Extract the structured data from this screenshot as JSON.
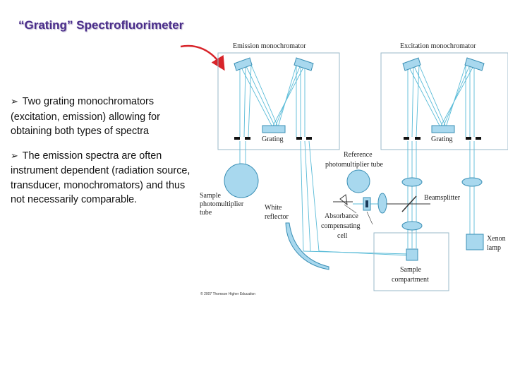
{
  "title": "“Grating” Spectrofluorimeter",
  "bullets": [
    {
      "marker": "➢",
      "text": "Two grating monochromators (excitation, emission) allowing for obtaining both types of spectra"
    },
    {
      "marker": "➢",
      "text": "The emission spectra are often instrument dependent (radiation source, transducer, monochromators) and thus not necessarily comparable."
    }
  ],
  "diagram": {
    "labels": {
      "emission_mono": "Emission monochromator",
      "excitation_mono": "Excitation monochromator",
      "grating_left": "Grating",
      "grating_right": "Grating",
      "reference_pmt_1": "Reference",
      "reference_pmt_2": "photomultiplier tube",
      "sample_pmt_1": "Sample",
      "sample_pmt_2": "photomultiplier",
      "sample_pmt_3": "tube",
      "white_reflector_1": "White",
      "white_reflector_2": "reflector",
      "absorbance_cell_1": "Absorbance",
      "absorbance_cell_2": "compensating",
      "absorbance_cell_3": "cell",
      "beamsplitter": "Beamsplitter",
      "xenon_1": "Xenon",
      "xenon_2": "lamp",
      "sample_comp_1": "Sample",
      "sample_comp_2": "compartment",
      "copyright": "© 2007 Thomson Higher Education"
    },
    "colors": {
      "beam": "#5bbcd8",
      "component": "#a8d8ee",
      "outline": "#3a8fb5",
      "box": "#9ab8c8",
      "pointer": "#d8242a"
    }
  }
}
